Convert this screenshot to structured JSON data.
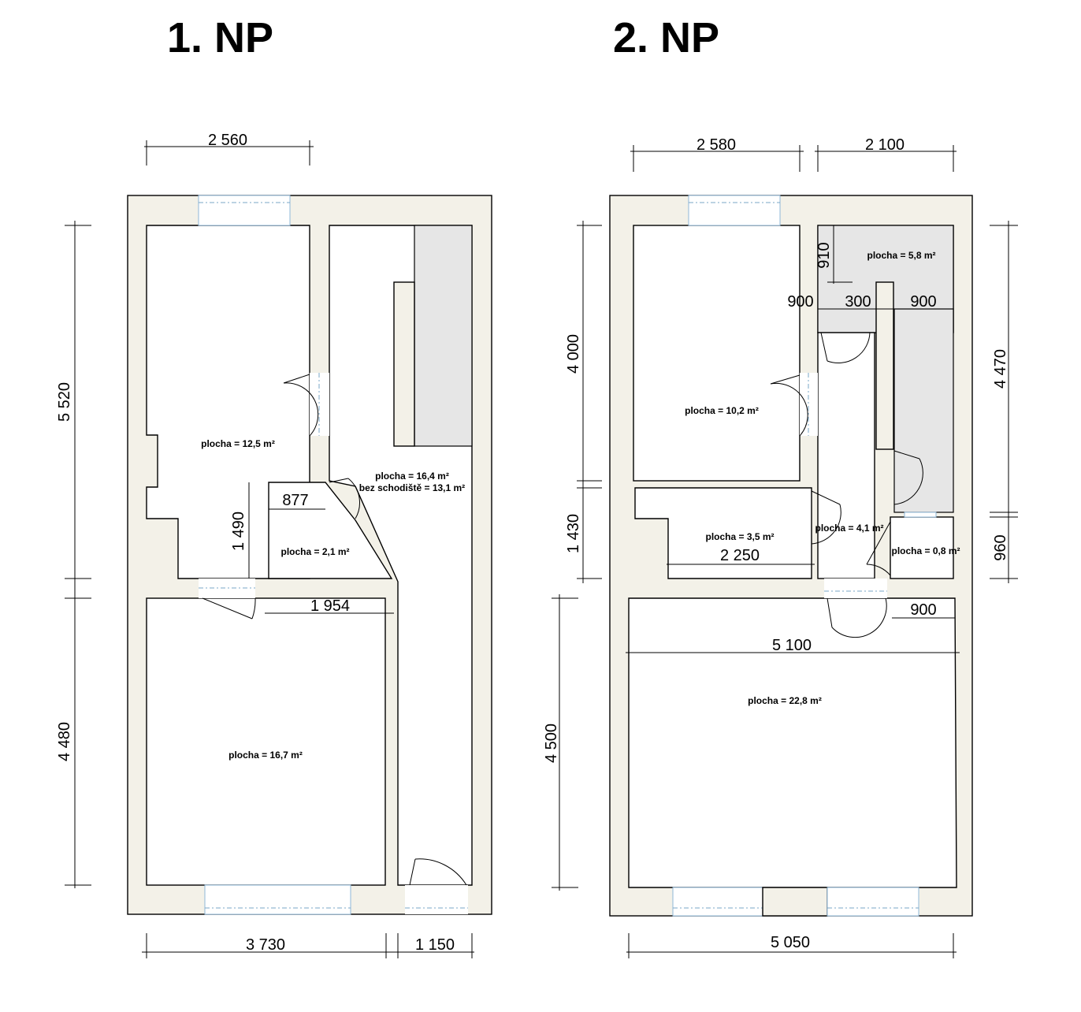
{
  "floors": [
    {
      "title": "1. NP",
      "dimensions": [
        "2 560",
        "5 520",
        "4 480",
        "1 490",
        "877",
        "1 954",
        "3 730",
        "1 150"
      ],
      "rooms": [
        {
          "label": "plocha = 12,5 m²"
        },
        {
          "label": "plocha = 16,4 m²",
          "sublabel": "bez schodiště = 13,1 m²"
        },
        {
          "label": "plocha = 2,1 m²"
        },
        {
          "label": "plocha = 16,7 m²"
        }
      ]
    },
    {
      "title": "2. NP",
      "dimensions": [
        "2 580",
        "2 100",
        "910",
        "900",
        "300",
        "900",
        "4 000",
        "4 470",
        "1 430",
        "2 250",
        "960",
        "900",
        "5 100",
        "4 500",
        "5 050"
      ],
      "rooms": [
        {
          "label": "plocha = 5,8 m²"
        },
        {
          "label": "plocha = 10,2 m²"
        },
        {
          "label": "plocha = 3,5 m²"
        },
        {
          "label": "plocha = 4,1 m²"
        },
        {
          "label": "plocha = 0,8 m²"
        },
        {
          "label": "plocha = 22,8 m²"
        }
      ]
    }
  ],
  "colors": {
    "wall": "#f3f1e8",
    "stair": "#e6e6e6",
    "window": "#8fb8d8"
  }
}
